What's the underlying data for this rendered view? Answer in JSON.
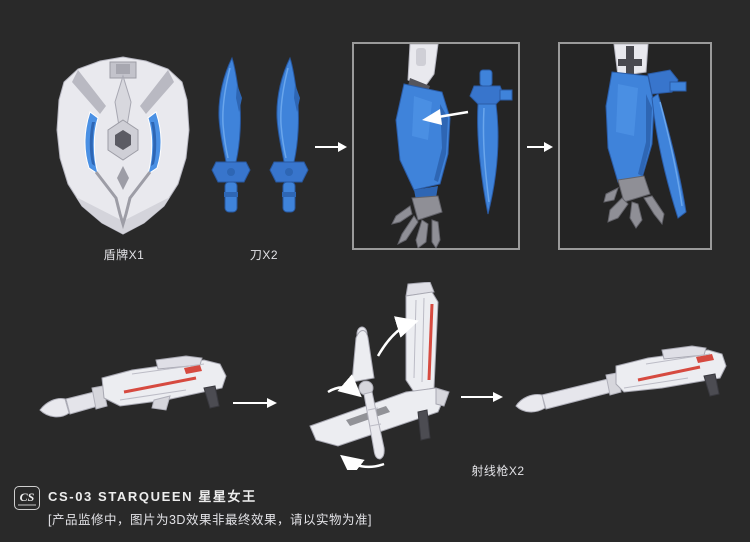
{
  "page": {
    "background": "#292929"
  },
  "top_row": {
    "shield": {
      "label": "盾牌X1"
    },
    "knives": {
      "label": "刀X2"
    }
  },
  "assembly_steps": {
    "step1_description_icon": "arrow-right",
    "step2_description_icon": "arrow-right"
  },
  "bottom_row": {
    "gun": {
      "label": "射线枪X2"
    }
  },
  "footer": {
    "logo_text": "CS",
    "product_code": "CS-03 STARQUEEN 星星女王",
    "disclaimer": "[产品监修中，图片为3D效果非最终效果，请以实物为准]"
  },
  "colors": {
    "background": "#292929",
    "part_white": "#ecedf1",
    "part_white_shade": "#cfcfd6",
    "part_blue": "#3f83da",
    "part_blue_dark": "#2e66b4",
    "hand_gray": "#8f8f96",
    "accent_red": "#d64a40",
    "arrow_white": "#ffffff",
    "box_border": "#9a9a9a",
    "text": "#e2e2e6"
  }
}
